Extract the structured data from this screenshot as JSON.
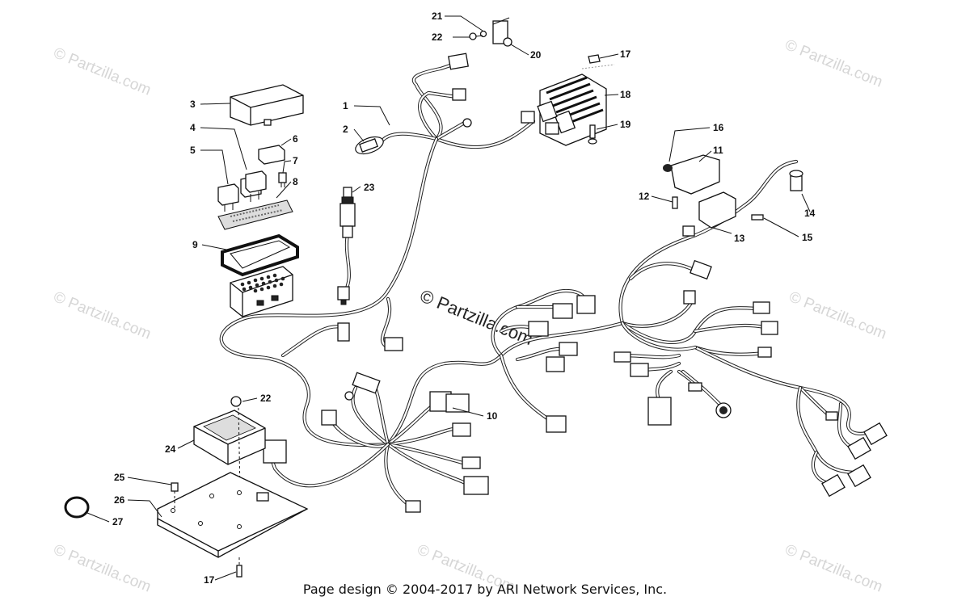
{
  "watermark": {
    "text": "© Partzilla.com",
    "center_text": "© Partzilla.com"
  },
  "footer": {
    "text": "Page design © 2004-2017 by ARI Network Services, Inc."
  },
  "callouts": [
    {
      "id": "c1",
      "label": "1"
    },
    {
      "id": "c2",
      "label": "2"
    },
    {
      "id": "c3",
      "label": "3"
    },
    {
      "id": "c4",
      "label": "4"
    },
    {
      "id": "c5",
      "label": "5"
    },
    {
      "id": "c6",
      "label": "6"
    },
    {
      "id": "c7",
      "label": "7"
    },
    {
      "id": "c8",
      "label": "8"
    },
    {
      "id": "c9",
      "label": "9"
    },
    {
      "id": "c10",
      "label": "10"
    },
    {
      "id": "c11",
      "label": "11"
    },
    {
      "id": "c12",
      "label": "12"
    },
    {
      "id": "c13",
      "label": "13"
    },
    {
      "id": "c14",
      "label": "14"
    },
    {
      "id": "c15",
      "label": "15"
    },
    {
      "id": "c16",
      "label": "16"
    },
    {
      "id": "c17a",
      "label": "17"
    },
    {
      "id": "c17b",
      "label": "17"
    },
    {
      "id": "c18",
      "label": "18"
    },
    {
      "id": "c19",
      "label": "19"
    },
    {
      "id": "c20",
      "label": "20"
    },
    {
      "id": "c21",
      "label": "21"
    },
    {
      "id": "c22a",
      "label": "22"
    },
    {
      "id": "c22b",
      "label": "22"
    },
    {
      "id": "c23",
      "label": "23"
    },
    {
      "id": "c24",
      "label": "24"
    },
    {
      "id": "c25",
      "label": "25"
    },
    {
      "id": "c26",
      "label": "26"
    },
    {
      "id": "c27",
      "label": "27"
    }
  ]
}
